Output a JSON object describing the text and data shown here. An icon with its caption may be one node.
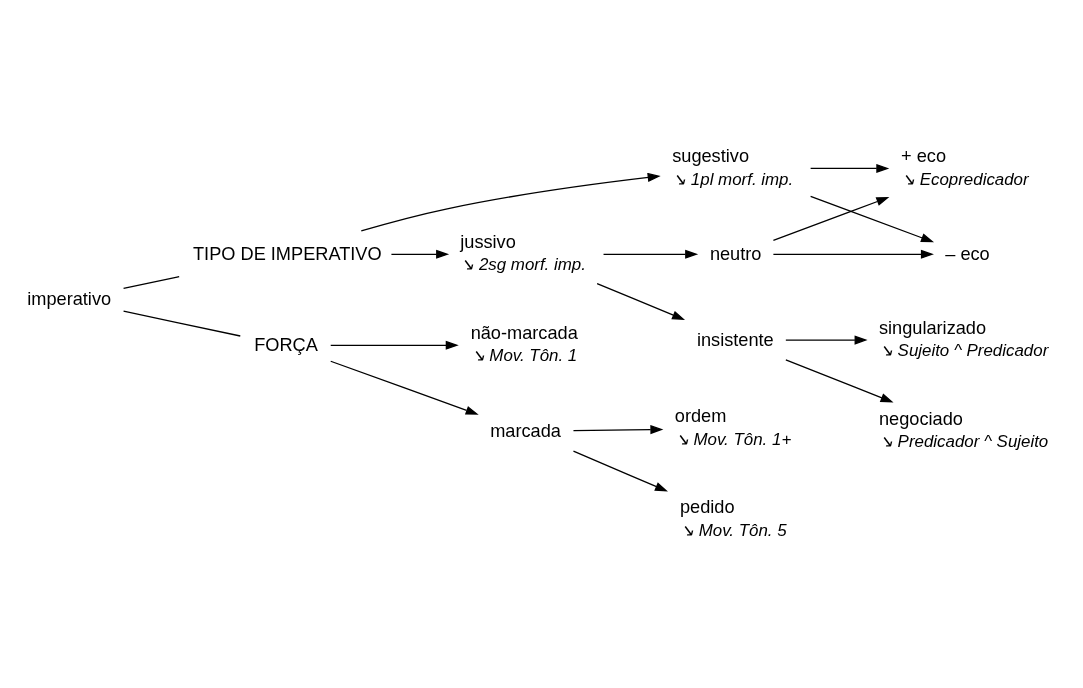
{
  "diagram": {
    "nodes": [
      {
        "text": [
          "imperativo"
        ]
      },
      {
        "text": [
          "TIPO DE IMPERATIVO"
        ]
      },
      {
        "text": [
          "sugestivo"
        ],
        "beside": [
          "↘ 1pl morf. imp."
        ]
      },
      {
        "text": [
          "jussivo"
        ],
        "beside": [
          "↘ 2sg morf. imp."
        ]
      },
      {
        "text": [
          "neutro"
        ]
      },
      {
        "text": [
          "insistente"
        ]
      },
      {
        "text": [
          "+ eco"
        ],
        "beside": [
          "↘ Ecopredicador"
        ]
      },
      {
        "text": [
          "– eco"
        ]
      },
      {
        "text": [
          "singularizado"
        ],
        "beside": [
          "↘ Sujeito ^ Predicador"
        ]
      },
      {
        "text": [
          "negociado"
        ],
        "beside": [
          "↘ Predicador ^ Sujeito"
        ]
      },
      {
        "text": [
          "FORÇA"
        ]
      },
      {
        "text": [
          "não-marcada"
        ],
        "beside": [
          "↘ Mov. Tôn. 1"
        ]
      },
      {
        "text": [
          "marcada"
        ]
      },
      {
        "text": [
          "pedido"
        ],
        "beside": [
          "↘ Mov. Tôn. 5"
        ]
      },
      {
        "text": [
          "ordem"
        ],
        "beside": [
          "↘ Mov. Tôn. 1+"
        ]
      }
    ],
    "edges": [
      {
        "from": 0,
        "to": 1,
        "arrow": "none"
      },
      {
        "from": 0,
        "to": 10,
        "arrow": "none"
      },
      {
        "from": 1,
        "to": 2,
        "arrow": "to"
      },
      {
        "from": 1,
        "to": 3,
        "arrow": "to"
      },
      {
        "from": 3,
        "to": 4,
        "arrow": "to"
      },
      {
        "from": 3,
        "to": 5,
        "arrow": "to"
      },
      {
        "from": 2,
        "to": 6,
        "arrow": "to"
      },
      {
        "from": 2,
        "to": 7,
        "arrow": "to"
      },
      {
        "from": 4,
        "to": 6,
        "arrow": "to"
      },
      {
        "from": 4,
        "to": 7,
        "arrow": "to"
      },
      {
        "from": 5,
        "to": 8,
        "arrow": "to"
      },
      {
        "from": 5,
        "to": 9,
        "arrow": "to"
      },
      {
        "from": 10,
        "to": 11,
        "arrow": "to"
      },
      {
        "from": 10,
        "to": 12,
        "arrow": "to"
      },
      {
        "from": 12,
        "to": 13,
        "arrow": "to"
      },
      {
        "from": 12,
        "to": 14,
        "arrow": "to"
      }
    ]
  }
}
